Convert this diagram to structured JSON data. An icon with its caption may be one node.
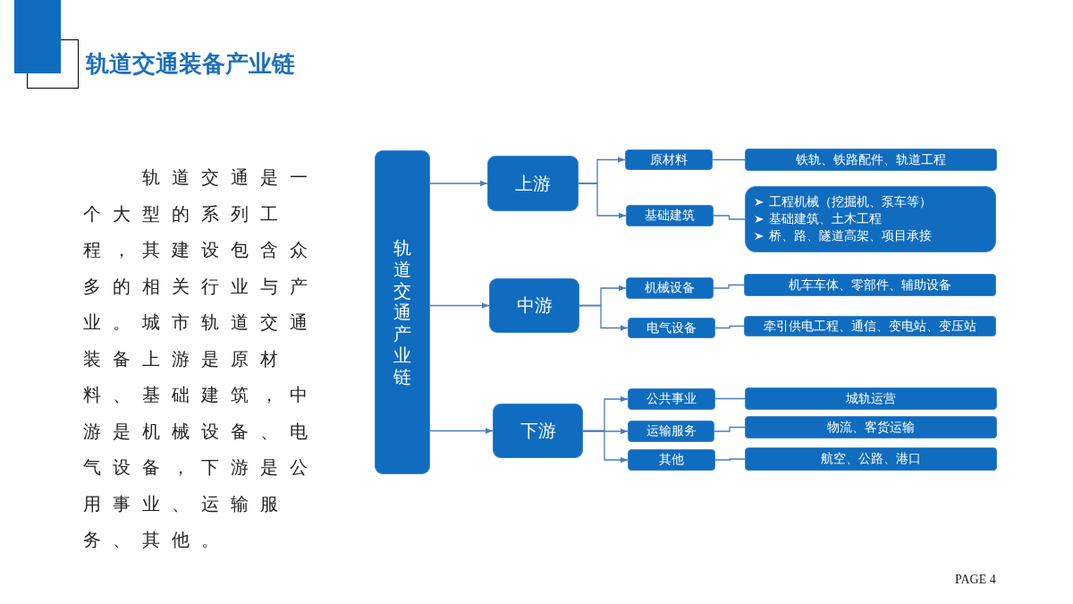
{
  "diagram": {
    "title": "轨道交通装备产业链",
    "nodes": [
      {
        "text": [
          "轨道交通产业链"
        ]
      },
      {
        "text": [
          "上游"
        ]
      },
      {
        "text": [
          "中游"
        ]
      },
      {
        "text": [
          "下游"
        ]
      },
      {
        "text": [
          "原材料"
        ]
      },
      {
        "text": [
          "基础建筑"
        ]
      },
      {
        "text": [
          "机械设备"
        ]
      },
      {
        "text": [
          "电气设备"
        ]
      },
      {
        "text": [
          "公共事业"
        ]
      },
      {
        "text": [
          "运输服务"
        ]
      },
      {
        "text": [
          "其他"
        ]
      },
      {
        "text": [
          "铁轨、铁路配件、轨道工程"
        ]
      },
      {
        "text": [
          "工程机械（挖掘机、泵车等）",
          "基础建筑、土木工程",
          "桥、路、隧道高架、项目承接"
        ]
      },
      {
        "text": [
          "机车车体、零部件、辅助设备"
        ]
      },
      {
        "text": [
          "牵引供电工程、通信、变电站、变压站"
        ]
      },
      {
        "text": [
          "城轨运营"
        ]
      },
      {
        "text": [
          "物流、客货运输"
        ]
      },
      {
        "text": [
          "航空、公路、港口"
        ]
      }
    ],
    "edges": [
      {
        "from": 0,
        "to": 1,
        "arrow": "to"
      },
      {
        "from": 0,
        "to": 2,
        "arrow": "to"
      },
      {
        "from": 0,
        "to": 3,
        "arrow": "to"
      },
      {
        "from": 1,
        "to": 4,
        "arrow": "to"
      },
      {
        "from": 1,
        "to": 5,
        "arrow": "to"
      },
      {
        "from": 2,
        "to": 6,
        "arrow": "to"
      },
      {
        "from": 2,
        "to": 7,
        "arrow": "to"
      },
      {
        "from": 3,
        "to": 8,
        "arrow": "to"
      },
      {
        "from": 3,
        "to": 9,
        "arrow": "to"
      },
      {
        "from": 3,
        "to": 10,
        "arrow": "to"
      },
      {
        "from": 4,
        "to": 11,
        "arrow": "none"
      },
      {
        "from": 5,
        "to": 12,
        "arrow": "none"
      },
      {
        "from": 6,
        "to": 13,
        "arrow": "none"
      },
      {
        "from": 7,
        "to": 14,
        "arrow": "none"
      },
      {
        "from": 8,
        "to": 15,
        "arrow": "none"
      },
      {
        "from": 9,
        "to": 16,
        "arrow": "none"
      },
      {
        "from": 10,
        "to": 17,
        "arrow": "none"
      }
    ],
    "labels": [
      "轨道交通是一个大型的系列工程，其建设包含众多的相关行业与产业。城市轨道交通装备上游是原材料、基础建筑，中游是机械设备、电气设备，下游是公用事业、运输服务、其他。",
      "PAGE 4"
    ]
  }
}
